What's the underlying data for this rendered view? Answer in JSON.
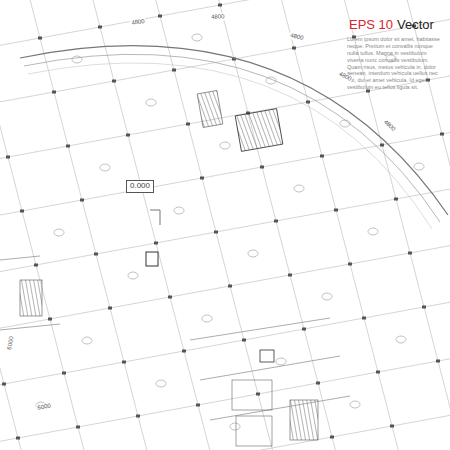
{
  "diagram": {
    "labels": [
      "EPS 10",
      "Vector",
      "Lorem ipsum dolor sit amet, habitasse neque. Pretium et convallis nonque nulla tullus. Magna in vestibulum viverra nunc convallis vestibulum. Quam risus, metus vehicula in, dolor aenean, interdum vehicula uellus nec dui, dui et amet vehicula. Id eget vestibulum eu tellus ligula sit.",
      "4800",
      "4800",
      "4800",
      "4800",
      "4800",
      "0.000",
      "6000",
      "6000"
    ]
  }
}
